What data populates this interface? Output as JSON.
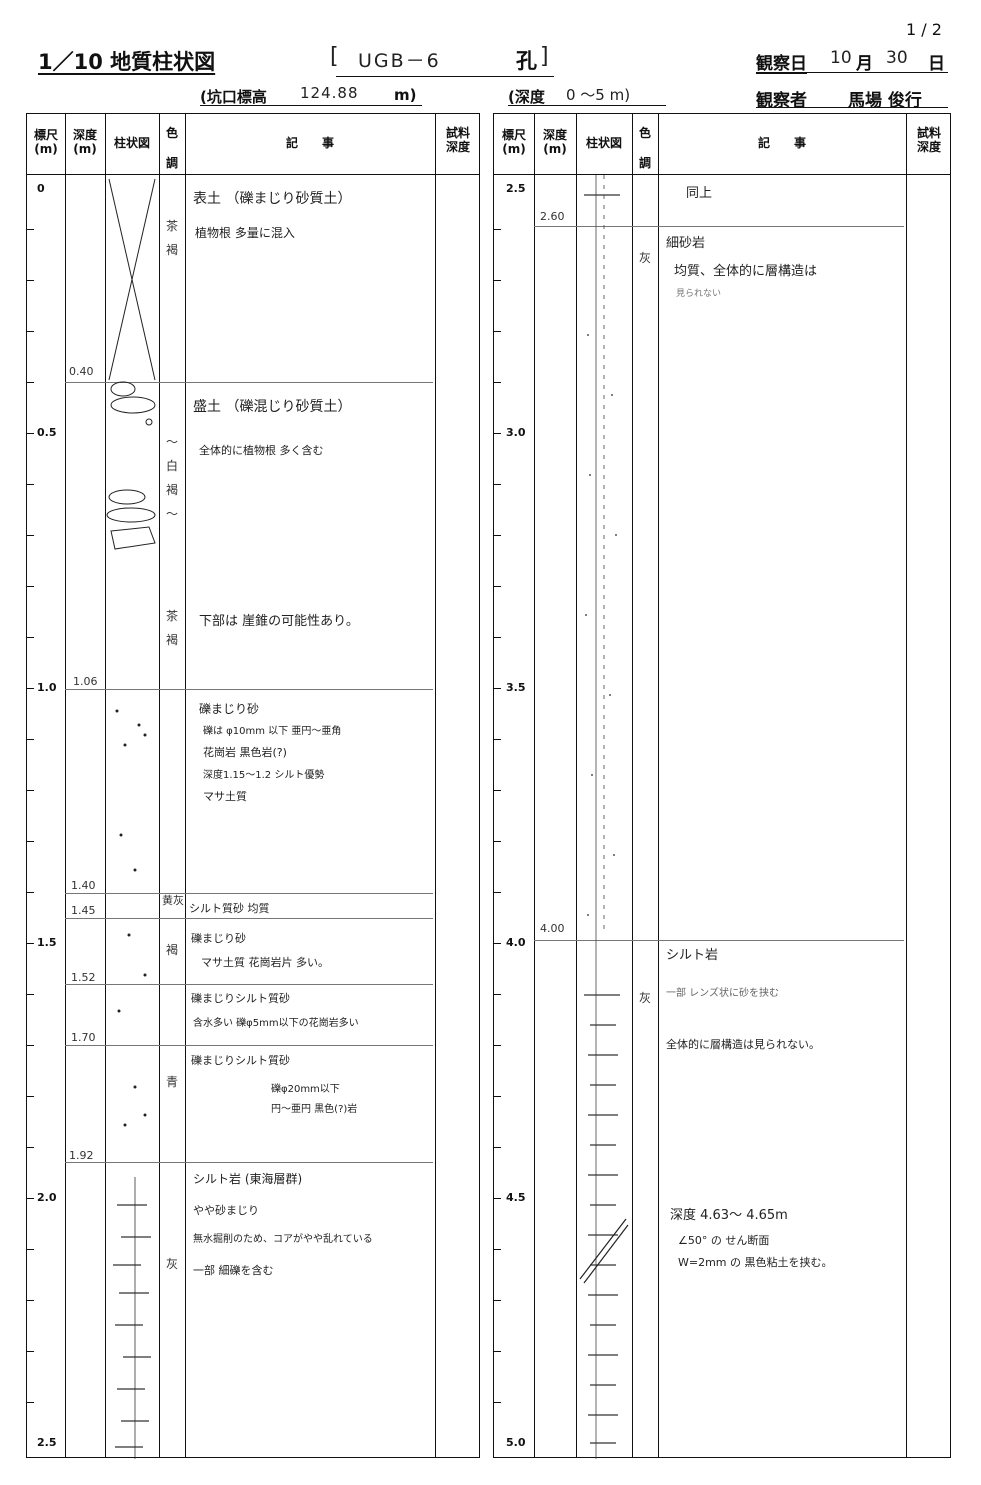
{
  "page_number": "1 / 2",
  "header": {
    "title": "1／10  地質柱状図",
    "bracket_open": "[",
    "borehole_id": "UGB－6",
    "hole_label": "孔",
    "bracket_close": "]",
    "observed_date_label": "観察日",
    "observed_month": "10",
    "month_label": "月",
    "observed_day": "30",
    "day_label": "日",
    "elevation_label": "(坑口標高",
    "elevation_value": "124.88",
    "elevation_unit": "m)",
    "depth_range_label": "(深度",
    "depth_range_value": "0 ～5 m)",
    "observer_label": "観察者",
    "observer_name": "馬場  俊行"
  },
  "columns": {
    "scale": [
      "標尺",
      "(m)"
    ],
    "depth": [
      "深度",
      "(m)"
    ],
    "column": "柱状図",
    "color": [
      "色",
      "調"
    ],
    "notes": "記　　事",
    "sample": [
      "試料",
      "深度"
    ]
  },
  "left_panel": {
    "scale_labels": [
      "0",
      "0.5",
      "1.0",
      "1.5",
      "2.0",
      "2.5"
    ],
    "depth_marks": [
      "0.40",
      "1.06",
      "1.40",
      "1.45",
      "1.52",
      "1.70",
      "1.92"
    ],
    "colors": [
      "茶褐",
      "～白褐～",
      "茶褐",
      "黄灰",
      "褐",
      "青",
      "灰"
    ],
    "notes": [
      "表土 （礫まじり砂質土）",
      "植物根  多量に混入",
      "盛土 （礫混じり砂質土）",
      "全体的に植物根  多く含む",
      "下部は  崖錐の可能性あり。",
      "礫まじり砂",
      "礫は φ10mm 以下  亜円～亜角",
      "花崗岩  黒色岩(?)",
      "深度1.15～1.2  シルト優勢",
      "マサ土質",
      "シルト質砂    均質",
      "礫まじり砂",
      "マサ土質  花崗岩片  多い。",
      "礫まじりシルト質砂",
      "含水多い    礫φ5mm以下の花崗岩多い",
      "礫まじりシルト質砂",
      "礫φ20mm以下",
      "円～亜円    黒色(?)岩",
      "シルト岩  (東海層群)",
      "やや砂まじり",
      "無水掘削のため、コアがやや乱れている",
      "一部  細礫を含む"
    ]
  },
  "right_panel": {
    "scale_labels": [
      "2.5",
      "3.0",
      "3.5",
      "4.0",
      "4.5",
      "5.0"
    ],
    "depth_marks": [
      "2.60",
      "4.00"
    ],
    "colors": [
      "灰",
      "灰"
    ],
    "notes": [
      "同上",
      "細砂岩",
      "均質、全体的に層構造は",
      "見られない",
      "シルト岩",
      "一部  レンズ状に砂を挟む",
      "全体的に層構造は見られない。",
      "深度 4.63～ 4.65m",
      "∠50° の せん断面",
      "W=2mm の 黒色粘土を挟む。"
    ]
  }
}
